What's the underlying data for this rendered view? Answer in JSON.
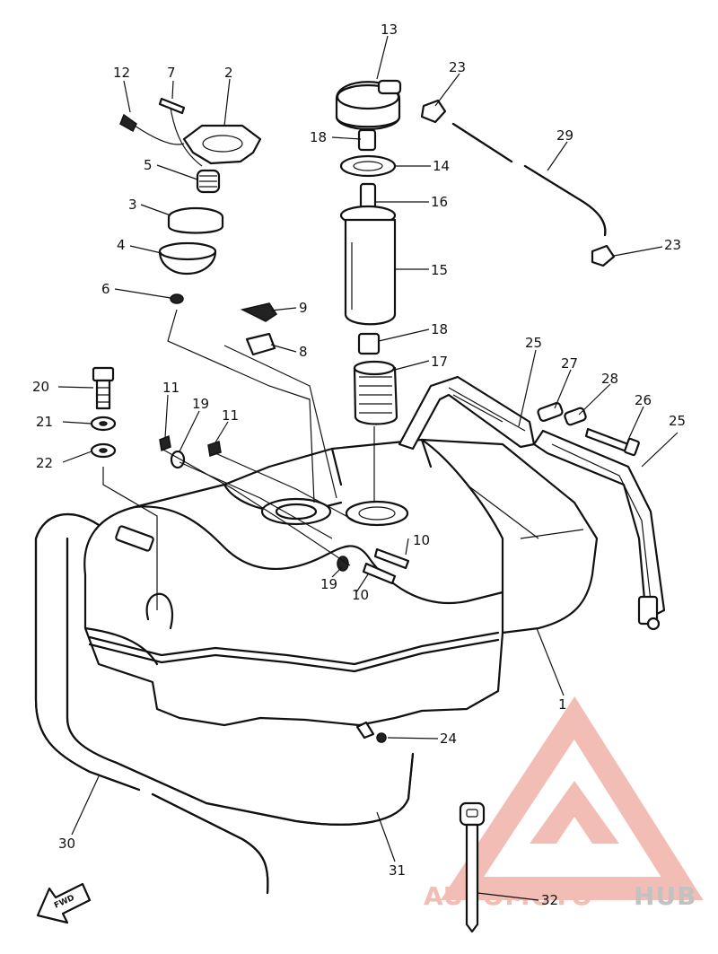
{
  "callouts": [
    {
      "id": "c12",
      "text": "12"
    },
    {
      "id": "c7",
      "text": "7"
    },
    {
      "id": "c2",
      "text": "2"
    },
    {
      "id": "c5",
      "text": "5"
    },
    {
      "id": "c3",
      "text": "3"
    },
    {
      "id": "c4",
      "text": "4"
    },
    {
      "id": "c6",
      "text": "6"
    },
    {
      "id": "c9",
      "text": "9"
    },
    {
      "id": "c8",
      "text": "8"
    },
    {
      "id": "c13",
      "text": "13"
    },
    {
      "id": "c18a",
      "text": "18"
    },
    {
      "id": "c14",
      "text": "14"
    },
    {
      "id": "c16",
      "text": "16"
    },
    {
      "id": "c15",
      "text": "15"
    },
    {
      "id": "c18b",
      "text": "18"
    },
    {
      "id": "c17",
      "text": "17"
    },
    {
      "id": "c23a",
      "text": "23"
    },
    {
      "id": "c29",
      "text": "29"
    },
    {
      "id": "c23b",
      "text": "23"
    },
    {
      "id": "c25a",
      "text": "25"
    },
    {
      "id": "c27",
      "text": "27"
    },
    {
      "id": "c28",
      "text": "28"
    },
    {
      "id": "c26",
      "text": "26"
    },
    {
      "id": "c25b",
      "text": "25"
    },
    {
      "id": "c20",
      "text": "20"
    },
    {
      "id": "c21",
      "text": "21"
    },
    {
      "id": "c22",
      "text": "22"
    },
    {
      "id": "c11a",
      "text": "11"
    },
    {
      "id": "c19a",
      "text": "19"
    },
    {
      "id": "c11b",
      "text": "11"
    },
    {
      "id": "c10a",
      "text": "10"
    },
    {
      "id": "c19b",
      "text": "19"
    },
    {
      "id": "c10b",
      "text": "10"
    },
    {
      "id": "c1",
      "text": "1"
    },
    {
      "id": "c24",
      "text": "24"
    },
    {
      "id": "c30",
      "text": "30"
    },
    {
      "id": "c31",
      "text": "31"
    },
    {
      "id": "c32",
      "text": "32"
    }
  ],
  "fwd_marker": "FWD",
  "watermark": {
    "part1": "AUTOMOTO",
    "part2": "HUB",
    "color_primary": "#f0b2a8",
    "color_secondary": "#b8b8b8"
  }
}
